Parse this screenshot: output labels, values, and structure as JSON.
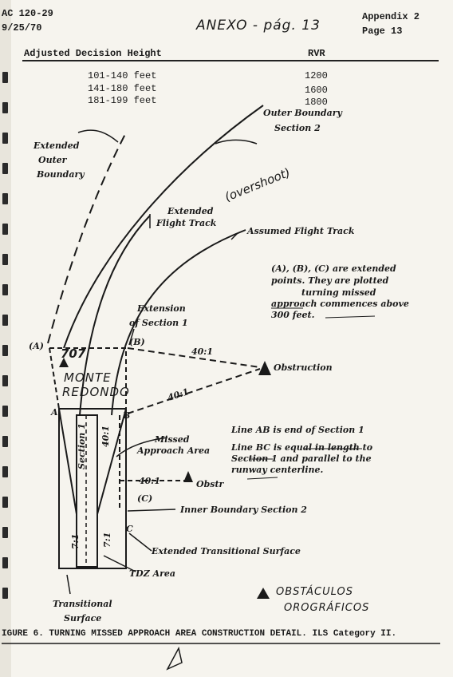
{
  "header": {
    "doc_number_line1": "AC 120-29",
    "doc_number_line2": "9/25/70",
    "handwritten_annex": "ANEXO - pág. 13",
    "appendix": "Appendix 2",
    "page": "Page 13"
  },
  "table": {
    "col_height": "Adjusted Decision Height",
    "col_rvr": "RVR",
    "rows": [
      {
        "height": "101-140 feet",
        "rvr": "1200"
      },
      {
        "height": "141-180 feet",
        "rvr": "1600"
      },
      {
        "height": "181-199 feet",
        "rvr": "1800"
      }
    ]
  },
  "diagram": {
    "outer_boundary_1": "Outer Boundary",
    "outer_boundary_2": "Section 2",
    "ext_outer_1": "Extended",
    "ext_outer_2": "Outer",
    "ext_outer_3": "Boundary",
    "ext_flight_1": "Extended",
    "ext_flight_2": "Flight Track",
    "overshoot": "(overshoot)",
    "assumed_track": "Assumed Flight Track",
    "note_1": "(A), (B), (C) are extended",
    "note_2": "points.  They are plotted",
    "note_3": "turning missed",
    "note_4": "approach commences above",
    "note_5": "300 feet.",
    "ext_sec1_1": "Extension",
    "ext_sec1_2": "of Section 1",
    "label_A_paren": "(A)",
    "label_B_paren": "(B)",
    "label_A": "A",
    "label_B": "B",
    "label_C_paren": "(C)",
    "label_C": "C",
    "peak_height": "707",
    "monte_1": "MONTE",
    "monte_2": "REDONDO",
    "ratio_top": "40:1",
    "ratio_mid": "40:1",
    "ratio_side": "40:1",
    "ratio_obstr": "40:1",
    "ratio_71_left": "7:1",
    "ratio_71_right": "7:1",
    "obstruction": "Obstruction",
    "obstr": "Obstr",
    "section1": "Section 1",
    "missed_1": "Missed",
    "missed_2": "Approach Area",
    "line_ab": "Line AB is end of Section 1",
    "line_bc_1": "Line BC is equal in length to",
    "line_bc_2": "Section 1 and parallel to the",
    "line_bc_3": "runway centerline.",
    "inner_boundary": "Inner Boundary Section 2",
    "ext_transitional": "Extended Transitional Surface",
    "tdz": "TDZ Area",
    "transitional_1": "Transitional",
    "transitional_2": "Surface",
    "obstaculos_1": "OBSTÁCULOS",
    "obstaculos_2": "OROGRÁFICOS"
  },
  "caption": "IGURE 6.  TURNING MISSED APPROACH AREA CONSTRUCTION DETAIL.  ILS Category II."
}
